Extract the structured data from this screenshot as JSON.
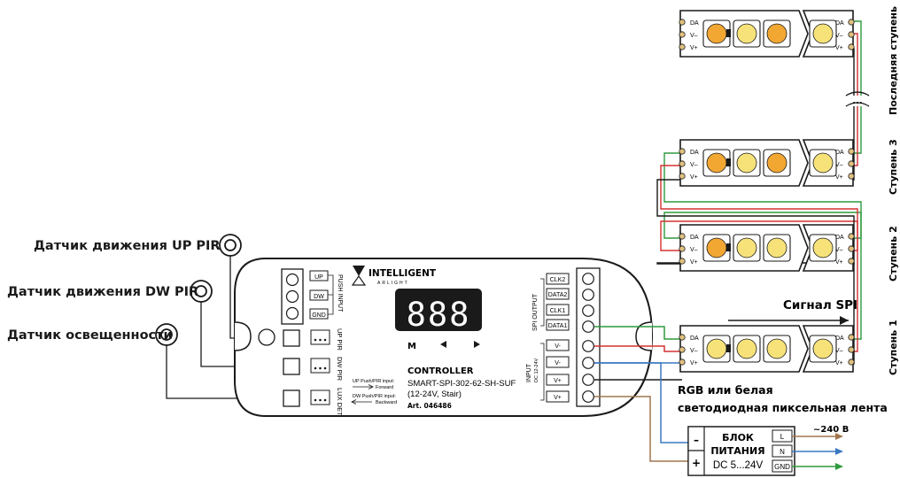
{
  "sensors": {
    "up_pir": "Датчик движения UP PIR",
    "dw_pir": "Датчик движения DW PIR",
    "lux": "Датчик освещенности"
  },
  "controller": {
    "brand": "INTELLIGENT",
    "brand_sub": "ARLIGHT",
    "display_digits": "888",
    "button_m": "M",
    "push_buttons": [
      "UP",
      "DW",
      "GND"
    ],
    "push_input_label": "PUSH INPUT",
    "sensor_ports": [
      "UP PIR",
      "DW PIR",
      "LUX DET"
    ],
    "spi_outputs": [
      "CLK2",
      "DATA2",
      "CLK1",
      "DATA1"
    ],
    "spi_output_label": "SPI OUTPUT",
    "inputs": [
      "V-",
      "V-",
      "V+",
      "V+"
    ],
    "input_label": "INPUT",
    "input_sublabel": "DC 12-24V",
    "title": "CONTROLLER",
    "model": "SMART-SPI-302-62-SH-SUF",
    "spec": "(12-24V, Stair)",
    "article": "Art. 046486",
    "up_note": "UP Push/PIR input:",
    "up_dir": "Forward",
    "dw_note": "DW Push/PIR input:",
    "dw_dir": "Backward"
  },
  "strip": {
    "pins": [
      "DA",
      "V–",
      "V+"
    ],
    "signal_label": "Сигнал SPI",
    "caption_line1": "RGB или белая",
    "caption_line2": "светодиодная пиксельная лента",
    "ellipsis": "...",
    "steps": [
      "Ступень 1",
      "Ступень 2",
      "Ступень 3",
      "Последняя ступень"
    ]
  },
  "psu": {
    "title_line1": "БЛОК",
    "title_line2": "ПИТАНИЯ",
    "voltage": "DC 5...24V",
    "minus": "–",
    "plus": "+",
    "terminals": [
      "L",
      "N",
      "GND"
    ],
    "mains": "~240 В"
  },
  "colors": {
    "green_wire": "#2e9a3e",
    "red_wire": "#d63030",
    "blue_wire": "#3a78c2",
    "brown_wire": "#a0764e",
    "led_yellow": "#f7e27a",
    "led_orange": "#f2a733"
  }
}
